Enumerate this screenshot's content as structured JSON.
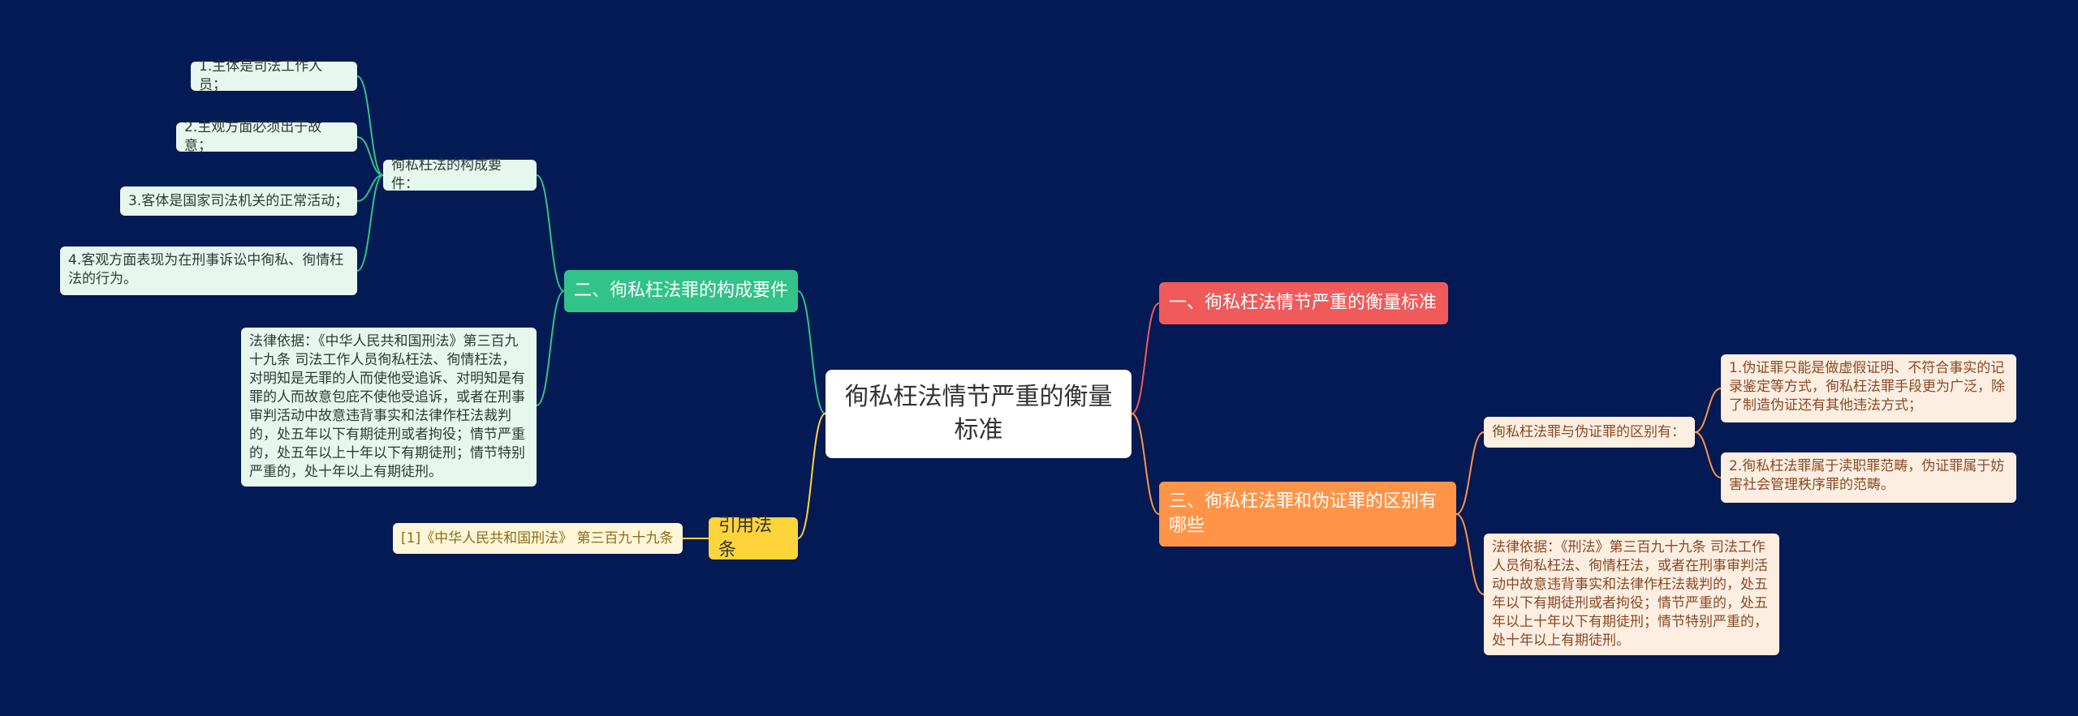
{
  "colors": {
    "background": "#041a54",
    "branch_red": "#f05a5a",
    "branch_green": "#31c389",
    "branch_orange": "#ff9347",
    "branch_yellow": "#ffd43b"
  },
  "root": {
    "label": "徇私枉法情节严重的衡量标准"
  },
  "branches": {
    "b1": {
      "label": "一、徇私枉法情节严重的衡量标准"
    },
    "b2": {
      "label": "二、徇私枉法罪的构成要件",
      "sub": {
        "label": "徇私枉法的构成要件：",
        "items": [
          "1.主体是司法工作人员；",
          "2.主观方面必须出于故意；",
          "3.客体是国家司法机关的正常活动；",
          "4.客观方面表现为在刑事诉讼中徇私、徇情枉法的行为。"
        ]
      },
      "basis": "法律依据：《中华人民共和国刑法》第三百九十九条 司法工作人员徇私枉法、徇情枉法，对明知是无罪的人而使他受追诉、对明知是有罪的人而故意包庇不使他受追诉，或者在刑事审判活动中故意违背事实和法律作枉法裁判的，处五年以下有期徒刑或者拘役；情节严重的，处五年以上十年以下有期徒刑；情节特别严重的，处十年以上有期徒刑。"
    },
    "b3": {
      "label": "三、徇私枉法罪和伪证罪的区别有哪些",
      "sub": {
        "label": "徇私枉法罪与伪证罪的区别有：",
        "items": [
          "1.伪证罪只能是做虚假证明、不符合事实的记录鉴定等方式，徇私枉法罪手段更为广泛，除了制造伪证还有其他违法方式；",
          "2.徇私枉法罪属于渎职罪范畴，伪证罪属于妨害社会管理秩序罪的范畴。"
        ]
      },
      "basis": "法律依据：《刑法》第三百九十九条 司法工作人员徇私枉法、徇情枉法，或者在刑事审判活动中故意违背事实和法律作枉法裁判的，处五年以下有期徒刑或者拘役；情节严重的，处五年以上十年以下有期徒刑；情节特别严重的，处十年以上有期徒刑。"
    },
    "b4": {
      "label": "引用法条",
      "items": [
        "[1]《中华人民共和国刑法》 第三百九十九条"
      ]
    }
  }
}
